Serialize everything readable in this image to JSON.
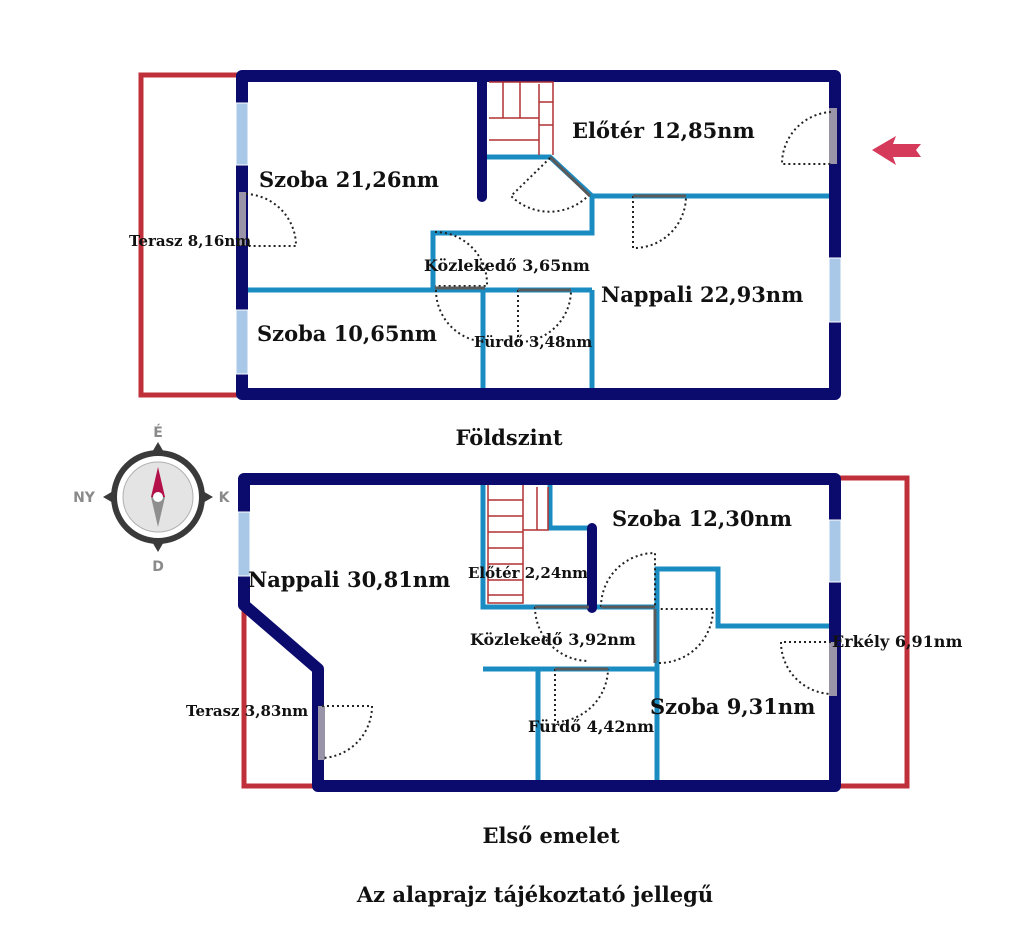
{
  "colors": {
    "outer_wall": "#0b0b6e",
    "inner_wall": "#1a8cc2",
    "terrace": "#c0303a",
    "stairs": "#b03030",
    "window": "#8fb8e0",
    "door": "#222222",
    "arrow": "#d63a5a"
  },
  "ground_floor": {
    "title": "Földszint",
    "rooms": {
      "szoba_large": "Szoba 21,26nm",
      "eloter": "Előtér 12,85nm",
      "terasz": "Terasz 8,16nm",
      "kozlekedo": "Közlekedő 3,65nm",
      "nappali": "Nappali 22,93nm",
      "szoba_small": "Szoba 10,65nm",
      "furdo": "Fürdő 3,48nm"
    }
  },
  "first_floor": {
    "title": "Első emelet",
    "rooms": {
      "szoba_a": "Szoba 12,30nm",
      "nappali": "Nappali 30,81nm",
      "eloter": "Előtér 2,24nm",
      "kozlekedo": "Közlekedő 3,92nm",
      "erkely": "Erkély 6,91nm",
      "terasz": "Terasz 3,83nm",
      "szoba_b": "Szoba 9,31nm",
      "furdo": "Fürdő 4,42nm"
    }
  },
  "compass": {
    "north": "É",
    "south": "D",
    "east": "K",
    "west": "NY"
  },
  "disclaimer": "Az alaprajz tájékoztató jellegű"
}
